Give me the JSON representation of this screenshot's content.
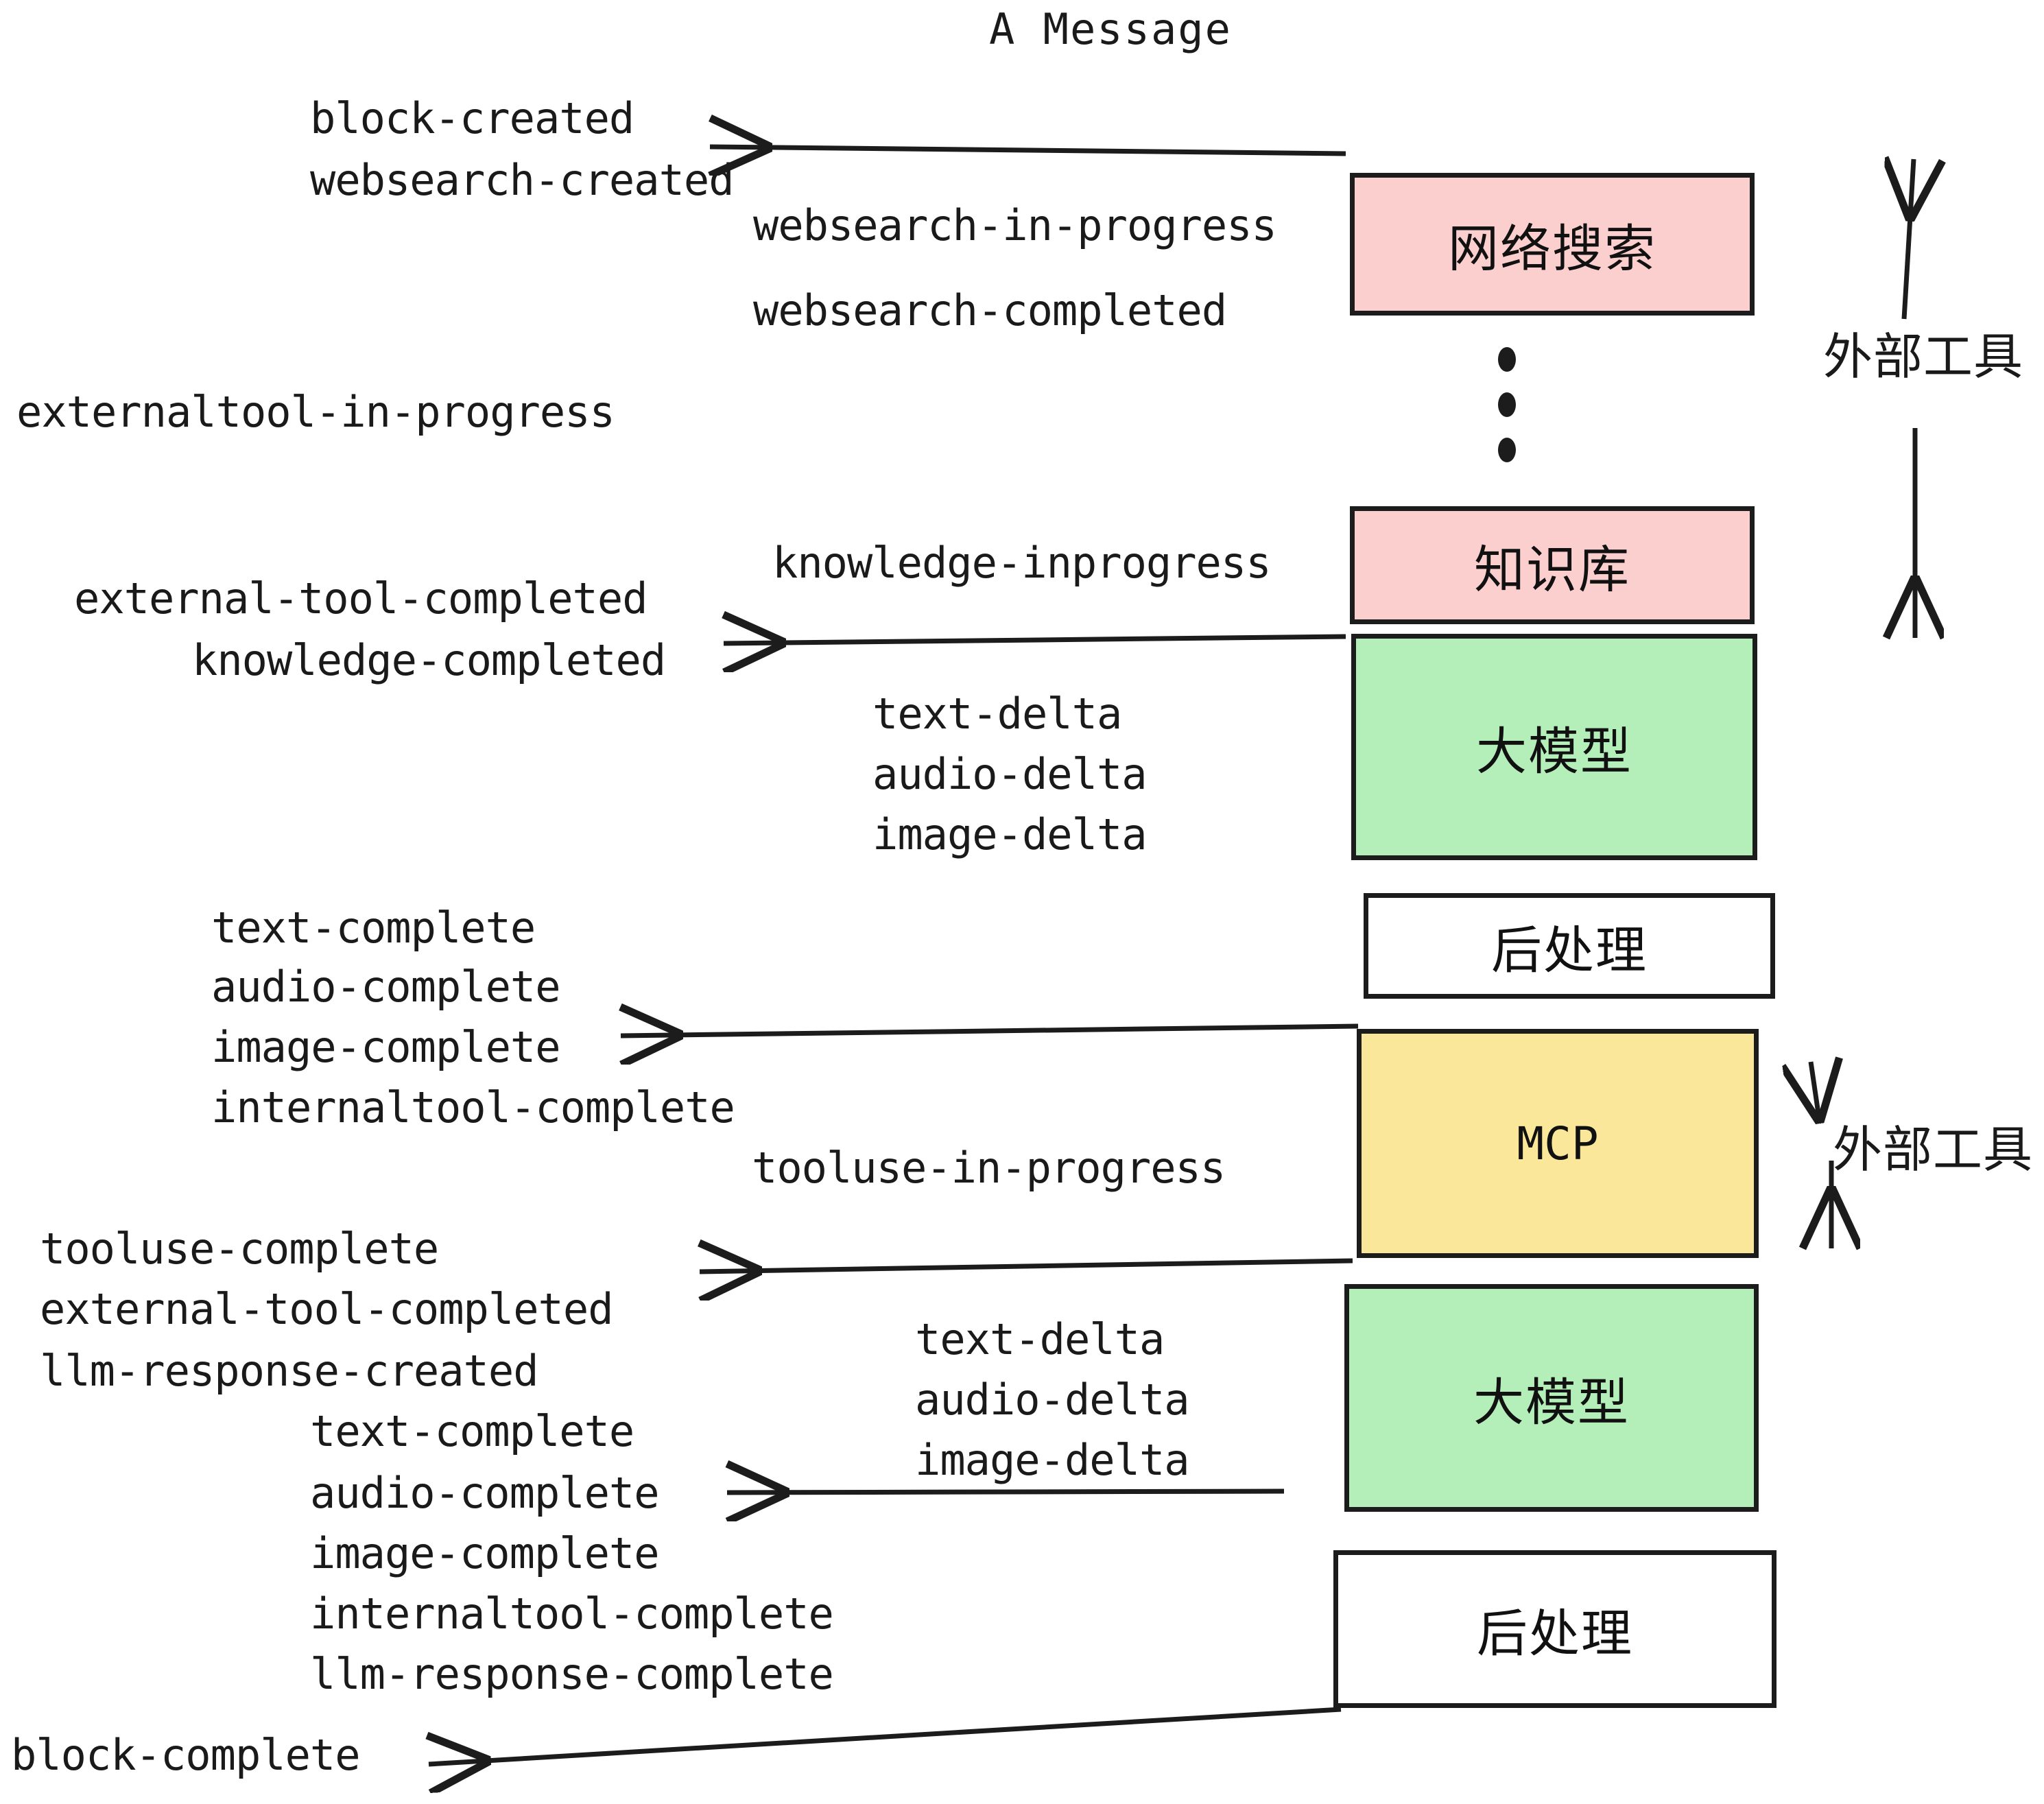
{
  "diagram": {
    "title": "A Message",
    "events": {
      "block_created": "block-created",
      "websearch_created": "websearch-created",
      "websearch_in_progress": "websearch-in-progress",
      "websearch_completed": "websearch-completed",
      "externaltool_in_progress": "externaltool-in-progress",
      "knowledge_inprogress": "knowledge-inprogress",
      "external_tool_completed_1": "external-tool-completed",
      "knowledge_completed": "knowledge-completed",
      "text_delta_1": "text-delta",
      "audio_delta_1": "audio-delta",
      "image_delta_1": "image-delta",
      "text_complete_1": "text-complete",
      "audio_complete_1": "audio-complete",
      "image_complete_1": "image-complete",
      "internaltool_complete_1": "internaltool-complete",
      "tooluse_in_progress": "tooluse-in-progress",
      "tooluse_complete": "tooluse-complete",
      "external_tool_completed_2": "external-tool-completed",
      "llm_response_created": "llm-response-created",
      "text_delta_2": "text-delta",
      "audio_delta_2": "audio-delta",
      "image_delta_2": "image-delta",
      "text_complete_2": "text-complete",
      "audio_complete_2": "audio-complete",
      "image_complete_2": "image-complete",
      "internaltool_complete_2": "internaltool-complete",
      "llm_response_complete": "llm-response-complete",
      "block_complete": "block-complete"
    },
    "nodes": {
      "websearch": "网络搜索",
      "knowledge": "知识库",
      "llm_1": "大模型",
      "postprocess_1": "后处理",
      "mcp": "MCP",
      "llm_2": "大模型",
      "postprocess_2": "后处理"
    },
    "side_labels": {
      "external_tool_1": "外部工具",
      "external_tool_2": "外部工具"
    },
    "colors": {
      "pink": "#fccfcf",
      "green": "#b4eeb9",
      "yellow": "#fae79a",
      "white": "#ffffff",
      "stroke": "#1c1c1c",
      "text": "#1a1a1a"
    }
  }
}
